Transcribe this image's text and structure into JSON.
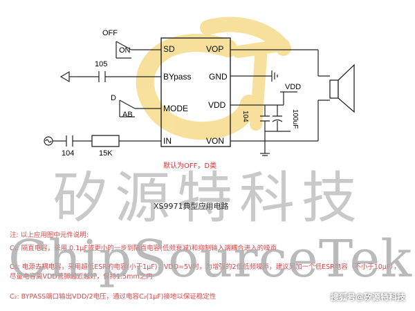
{
  "schematic": {
    "pins_left": [
      "SD",
      "BYpass",
      "MODE",
      "IN"
    ],
    "pins_right": [
      "VOP",
      "GND",
      "VDD",
      "VON"
    ],
    "off_label": "OFF",
    "on_label": "ON",
    "d_label": "D",
    "ab_label": "AB",
    "cap_105": "105",
    "cap_104_in": "104",
    "res_15k": "15K",
    "vdd_label": "VDD",
    "cap_104_vdd": "104",
    "cap_100uf": "100uF",
    "default_note": "默认为OFF，D类",
    "title": "XS9971典型应用电路"
  },
  "watermark": {
    "chinese": "矽源特科技",
    "english": "ChipSourceTek"
  },
  "notes": {
    "header": "注: 以上应用图中元件说明:",
    "c1": "C₁: 隔直电容，采用 0.1μF或更小的一步到隔直电容(低频衰减)和抑制输入端耦合进入的噪声",
    "cs": "Cs: 电源去耦电容，采用超低ESR的电容(小于1μF)，VDD=5V时，为增强的2低低频噪声，建议另加一个低ESR电容（不小于10μF），尽量电容离VDD管脚越近越好，保持1.5mm之内",
    "cb": "C₂: BYPASS端口输出VDD/2电压，通过电容C₂(1μF)接地以保证稳定性"
  },
  "credit": "搜狐号@矽源特科技"
}
